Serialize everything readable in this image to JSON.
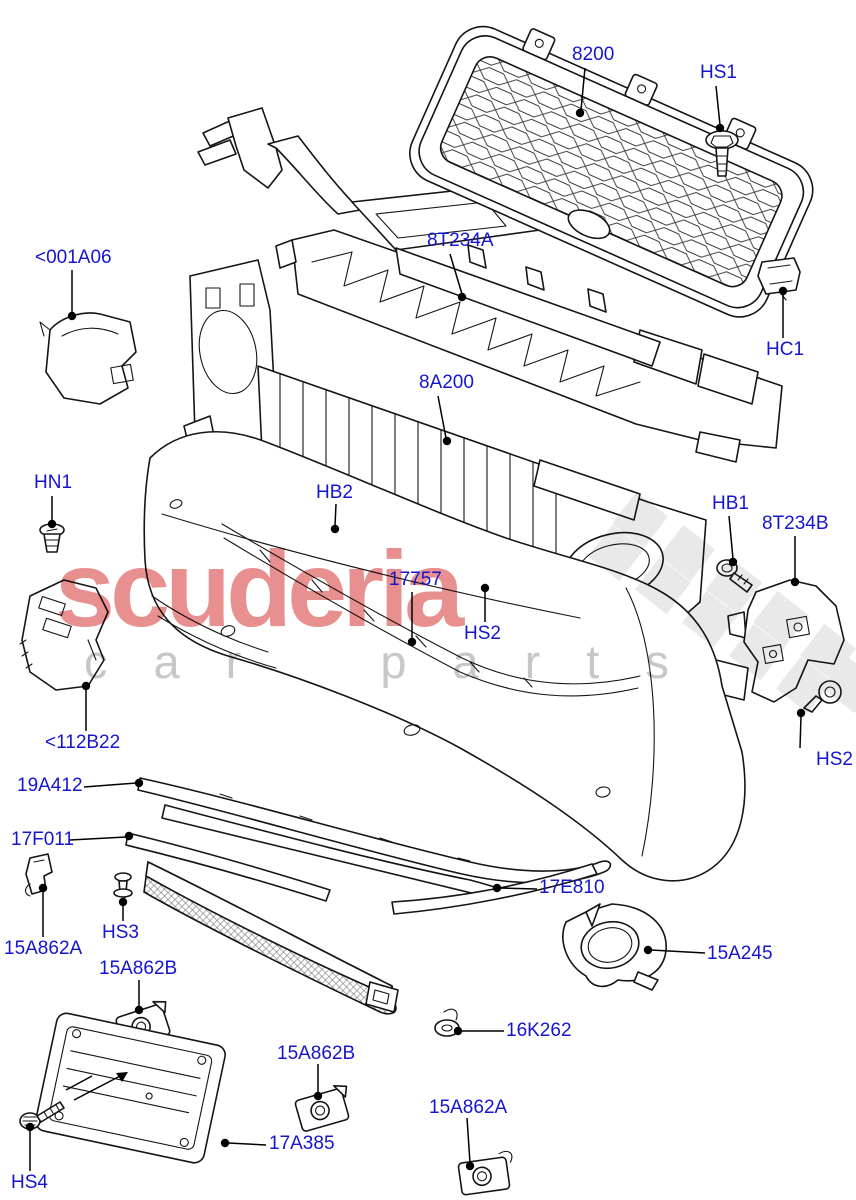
{
  "diagram": {
    "description": "Exploded parts diagram - front bumper and radiator grille",
    "colors": {
      "label_blue": "#1515cf",
      "line_black": "#151515",
      "watermark_red": "#e89090",
      "watermark_gray": "#c7c7c7",
      "checker_gray": "#d8d8d8",
      "background": "#ffffff"
    },
    "watermark": {
      "brand": "scuderia",
      "tagline": "car parts"
    },
    "labels": [
      {
        "id": "8200",
        "text": "8200"
      },
      {
        "id": "hs1",
        "text": "HS1"
      },
      {
        "id": "8t234a",
        "text": "8T234A"
      },
      {
        "id": "hc1",
        "text": "HC1"
      },
      {
        "id": "001a06",
        "text": "<001A06"
      },
      {
        "id": "8a200",
        "text": "8A200"
      },
      {
        "id": "hn1",
        "text": "HN1"
      },
      {
        "id": "hb2",
        "text": "HB2"
      },
      {
        "id": "hb1",
        "text": "HB1"
      },
      {
        "id": "8t234b",
        "text": "8T234B"
      },
      {
        "id": "17757",
        "text": "17757"
      },
      {
        "id": "hs2-center",
        "text": "HS2"
      },
      {
        "id": "hs2-right",
        "text": "HS2"
      },
      {
        "id": "112b22",
        "text": "<112B22"
      },
      {
        "id": "19a412",
        "text": "19A412"
      },
      {
        "id": "17f011",
        "text": "17F011"
      },
      {
        "id": "17e810",
        "text": "17E810"
      },
      {
        "id": "hs3",
        "text": "HS3"
      },
      {
        "id": "15a862a-left",
        "text": "15A862A"
      },
      {
        "id": "15a245",
        "text": "15A245"
      },
      {
        "id": "15a862b-upper",
        "text": "15A862B"
      },
      {
        "id": "16k262",
        "text": "16K262"
      },
      {
        "id": "15a862b-lower",
        "text": "15A862B"
      },
      {
        "id": "15a862a-bottom",
        "text": "15A862A"
      },
      {
        "id": "17a385",
        "text": "17A385"
      },
      {
        "id": "hs4",
        "text": "HS4"
      }
    ]
  }
}
